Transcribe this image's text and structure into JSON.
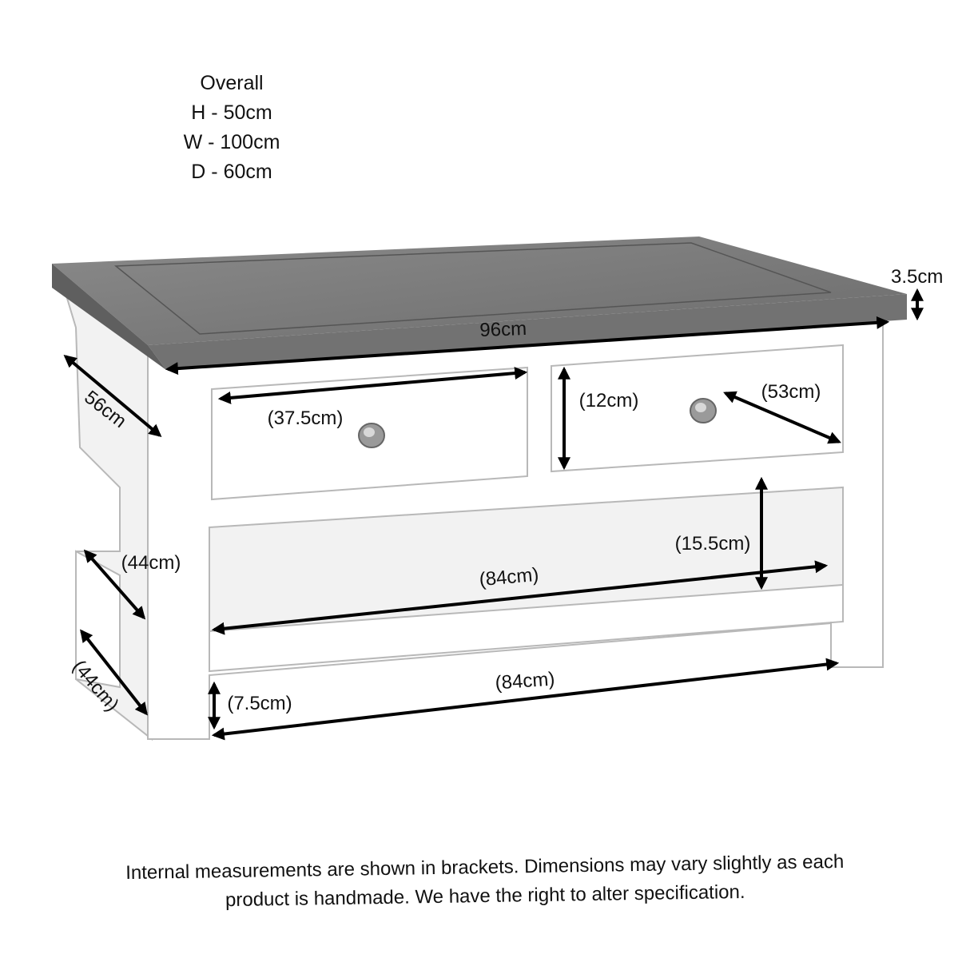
{
  "overall": {
    "heading": "Overall",
    "lines": [
      "H - 50cm",
      "W - 100cm",
      "D - 60cm"
    ]
  },
  "dimensions": {
    "top_width": "96cm",
    "top_thickness": "3.5cm",
    "side_depth": "56cm",
    "left_drawer_width": "(37.5cm)",
    "drawer_height": "(12cm)",
    "drawer_depth": "(53cm)",
    "shelf_clearance": "(15.5cm)",
    "shelf_width": "(84cm)",
    "shelf_depth": "(44cm)",
    "floor_depth": "(44cm)",
    "floor_clearance": "(7.5cm)",
    "floor_width": "(84cm)"
  },
  "colors": {
    "tabletop": "#7a7a7a",
    "painted_body": "#ffffff",
    "arrows": "#000000"
  },
  "footer": {
    "line1": "Internal measurements are shown in brackets. Dimensions may vary slightly as each",
    "line2": "product is handmade. We have the right to alter specification."
  }
}
